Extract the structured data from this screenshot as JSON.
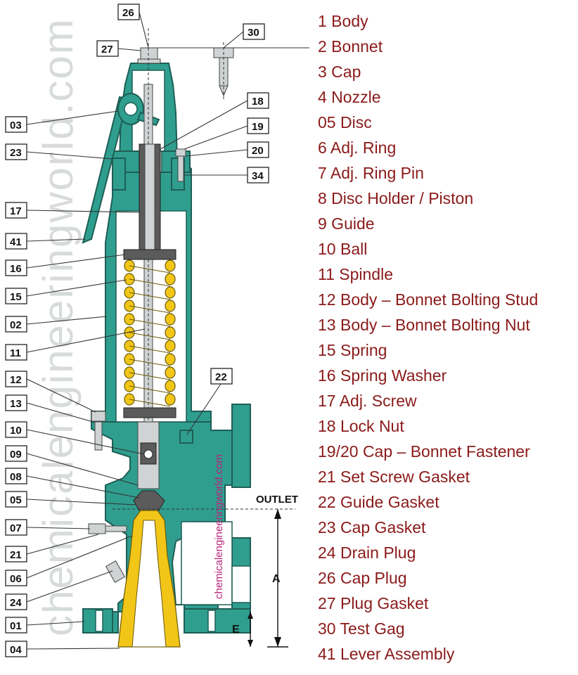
{
  "watermarks": {
    "vertical_large": "chemicalengineeringworld.com",
    "vertical_small": "chemicalengineeringworld.com"
  },
  "tags": {
    "t03": "03",
    "t23": "23",
    "t17": "17",
    "t41": "41",
    "t16": "16",
    "t15": "15",
    "t02": "02",
    "t11": "11",
    "t12": "12",
    "t13": "13",
    "t10": "10",
    "t09": "09",
    "t08": "08",
    "t05": "05",
    "t07": "07",
    "t21": "21",
    "t06": "06",
    "t24": "24",
    "t01": "01",
    "t04": "04",
    "t26": "26",
    "t27": "27",
    "t30": "30",
    "t18": "18",
    "t19": "19",
    "t20": "20",
    "t34": "34",
    "t22": "22"
  },
  "dimensions": {
    "outlet": "OUTLET",
    "a": "A",
    "e": "E"
  },
  "legend": [
    "1 Body",
    "2 Bonnet",
    "3 Cap",
    "4 Nozzle",
    "05 Disc",
    "6 Adj. Ring",
    "7 Adj. Ring Pin",
    "8 Disc Holder / Piston",
    " 9 Guide",
    " 10 Ball",
    " 11 Spindle",
    " 12 Body – Bonnet Bolting Stud",
    " 13 Body – Bonnet Bolting Nut",
    " 15 Spring",
    " 16 Spring Washer",
    " 17 Adj. Screw",
    " 18 Lock Nut",
    " 19/20 Cap – Bonnet Fastener",
    " 21 Set Screw Gasket",
    " 22 Guide Gasket",
    " 23  Cap Gasket",
    " 24 Drain Plug",
    " 26 Cap Plug",
    " 27 Plug Gasket",
    " 30 Test Gag",
    " 41 Lever Assembly"
  ],
  "colors": {
    "body": "#2f9e8f",
    "nozzle": "#f2c619",
    "spring": "#f2c619",
    "legend_text": "#8b1a1a"
  }
}
